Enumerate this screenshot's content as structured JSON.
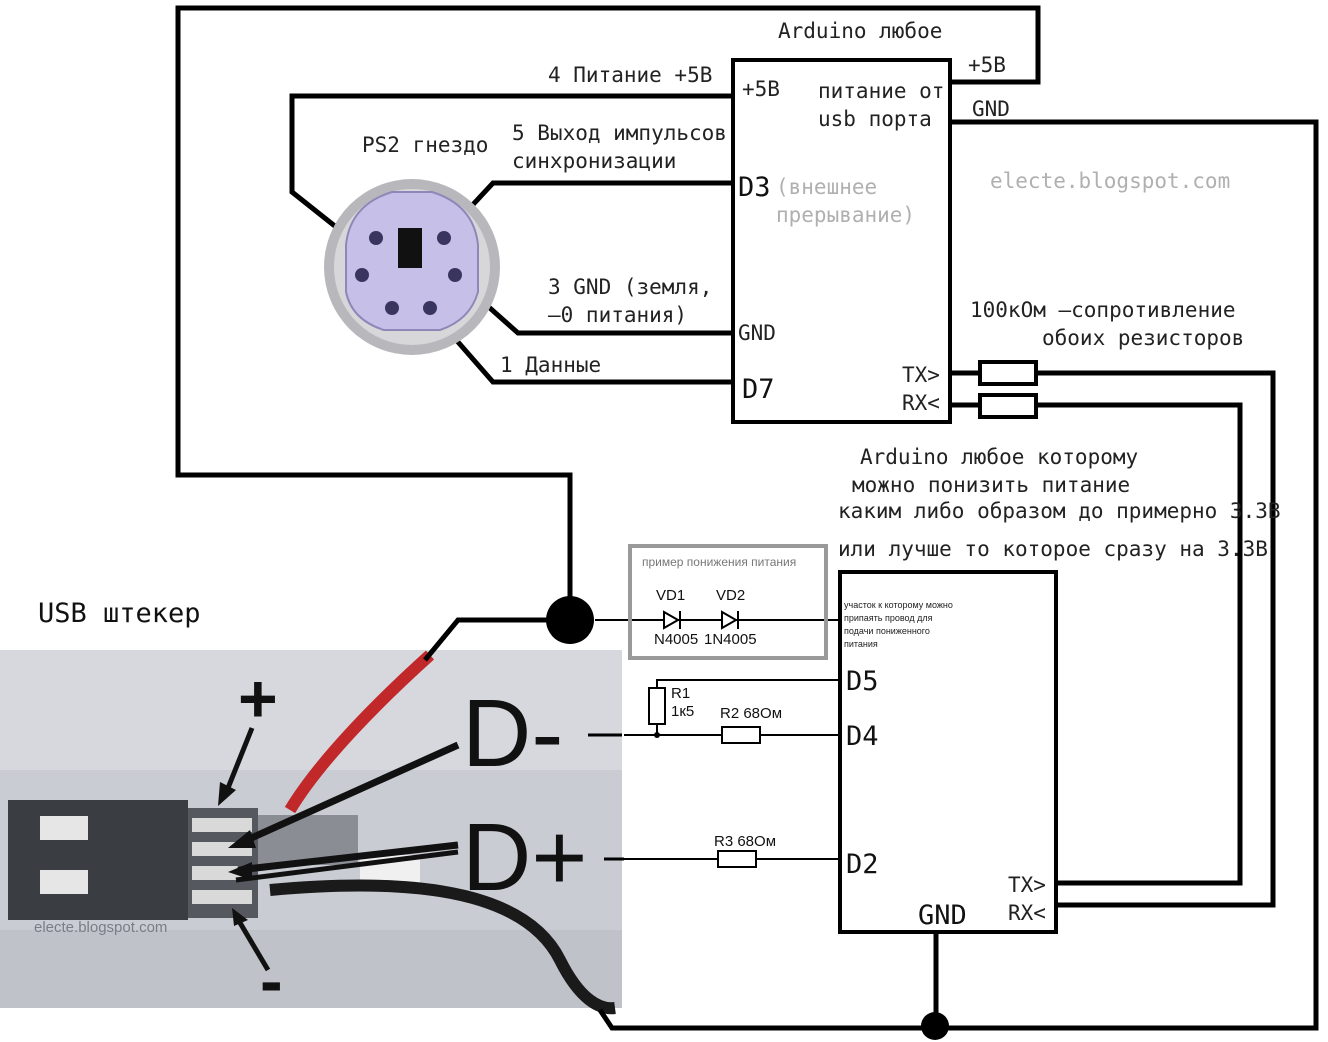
{
  "arduino1": {
    "title": "Arduino любое",
    "pin_5v": "+5B",
    "power_note_1": "питание от",
    "power_note_2": "usb порта",
    "pin_d3": "D3",
    "d3_note_1": "(внешнее",
    "d3_note_2": "прерывание)",
    "pin_gnd": "GND",
    "pin_d7": "D7",
    "pin_tx": "TX>",
    "pin_rx": "RX<",
    "out_5v": "+5B",
    "out_gnd": "GND"
  },
  "ps2": {
    "title": "PS2 гнездо",
    "wire4": "4 Питание +5В",
    "wire5_1": "5 Выход импульсов",
    "wire5_2": "синхронизации",
    "wire3_1": "3 GND (земля,",
    "wire3_2": "–0 питания)",
    "wire1": "1 Данные"
  },
  "watermark": "electe.blogspot.com",
  "resistors_note_1": "100кОм –сопротивление",
  "resistors_note_2": "обоих резисторов",
  "arduino2": {
    "title_1": "Arduino любое которому",
    "title_2": "можно понизить питание",
    "title_3": "каким либо образом до примерно 3.3В",
    "title_4": "или лучше то которое сразу на 3.3В",
    "note_1": "участок к которому можно",
    "note_2": "припаять провод для",
    "note_3": "подачи пониженного",
    "note_4": "питания",
    "pin_d5": "D5",
    "pin_d4": "D4",
    "pin_d2": "D2",
    "pin_gnd": "GND",
    "pin_tx": "TX>",
    "pin_rx": "RX<"
  },
  "power_drop": {
    "title": "пример понижения питания",
    "vd1": "VD1",
    "vd2": "VD2",
    "vd1_part": "N4005",
    "vd2_part": "1N4005"
  },
  "components": {
    "r1": "R1",
    "r1_val": "1к5",
    "r2": "R2 68Ом",
    "r3": "R3 68Ом"
  },
  "usb": {
    "title": "USB штекер",
    "plus": "+",
    "minus": "-",
    "d_minus": "D-",
    "d_plus": "D+",
    "watermark": "electe.blogspot.com"
  }
}
